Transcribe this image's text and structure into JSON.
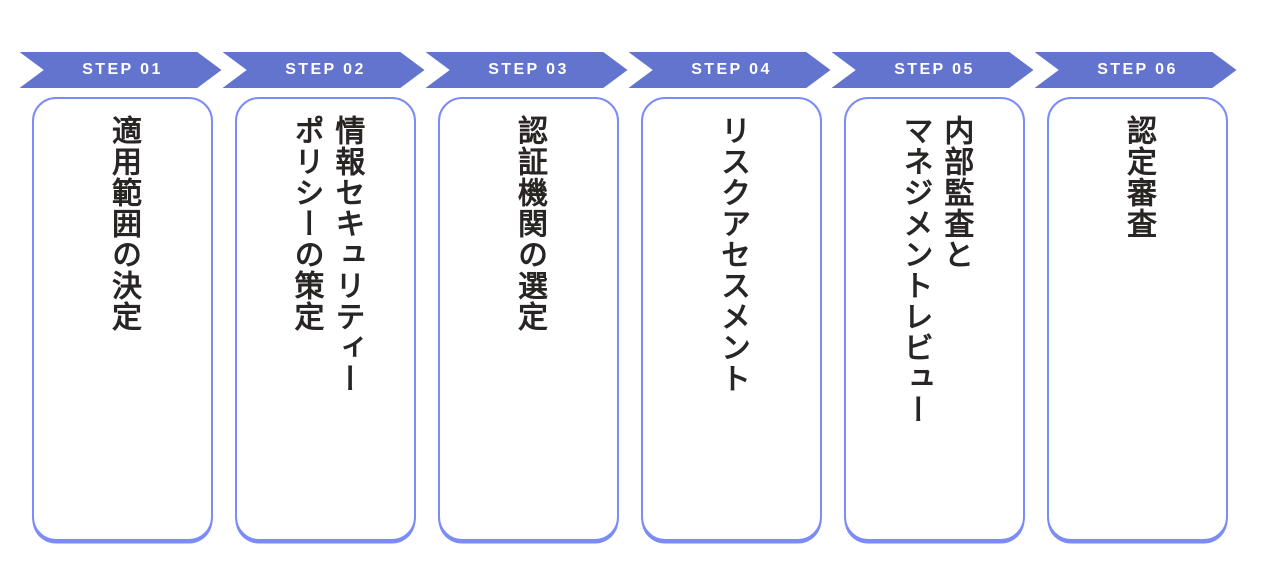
{
  "diagram": {
    "type": "horizontal-step-flow",
    "title": "",
    "direction": "left-to-right",
    "text_orientation": "vertical-rl",
    "colors": {
      "banner_fill": "#6274CD",
      "banner_text": "#FFFFFF",
      "card_border": "#7B8BF7",
      "card_background": "#FFFFFF",
      "card_text": "#282524",
      "page_background": "#FFFFFF"
    },
    "steps": [
      {
        "banner_label": "STEP 01",
        "columns": [
          "適用範囲の決定"
        ]
      },
      {
        "banner_label": "STEP 02",
        "columns": [
          "情報セキュリティー",
          "ポリシーの策定"
        ]
      },
      {
        "banner_label": "STEP 03",
        "columns": [
          "認証機関の選定"
        ]
      },
      {
        "banner_label": "STEP 04",
        "columns": [
          "リスクアセスメント"
        ]
      },
      {
        "banner_label": "STEP 05",
        "columns": [
          "内部監査と",
          "マネジメントレビュー"
        ]
      },
      {
        "banner_label": "STEP 06",
        "columns": [
          "認定審査"
        ]
      }
    ]
  }
}
